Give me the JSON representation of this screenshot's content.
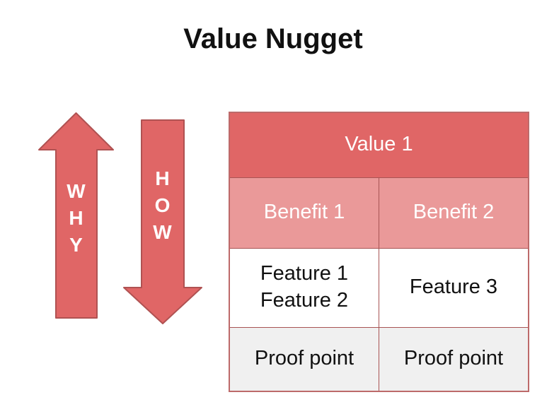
{
  "title": "Value Nugget",
  "arrows": {
    "why": {
      "label": "W\nH\nY",
      "direction": "up"
    },
    "how": {
      "label": "H\nO\nW",
      "direction": "down"
    }
  },
  "table": {
    "header": "Value 1",
    "benefits": [
      "Benefit 1",
      "Benefit 2"
    ],
    "features": [
      "Feature 1\nFeature 2",
      "Feature 3"
    ],
    "proof_points": [
      "Proof point",
      "Proof point"
    ]
  },
  "colors": {
    "coral": "#e06666",
    "light-coral": "#ea9999",
    "proof-bg": "#f0f0f0",
    "table-border": "#a85454",
    "outer-border": "#bd6a6a",
    "arrow-border": "#b05252",
    "text-dark": "#111111",
    "text-white": "#ffffff",
    "page-bg": "#ffffff"
  }
}
